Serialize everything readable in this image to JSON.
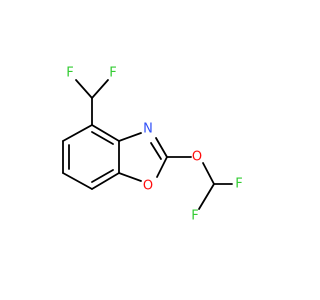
{
  "colors": {
    "bond": "#000000",
    "F": "#33cc33",
    "N": "#3050f8",
    "O": "#ff0d0d",
    "background": "#ffffff"
  },
  "atoms": {
    "f1": "F",
    "f2": "F",
    "n": "N",
    "o_ring": "O",
    "o_ether": "O",
    "f3": "F",
    "f4": "F"
  }
}
